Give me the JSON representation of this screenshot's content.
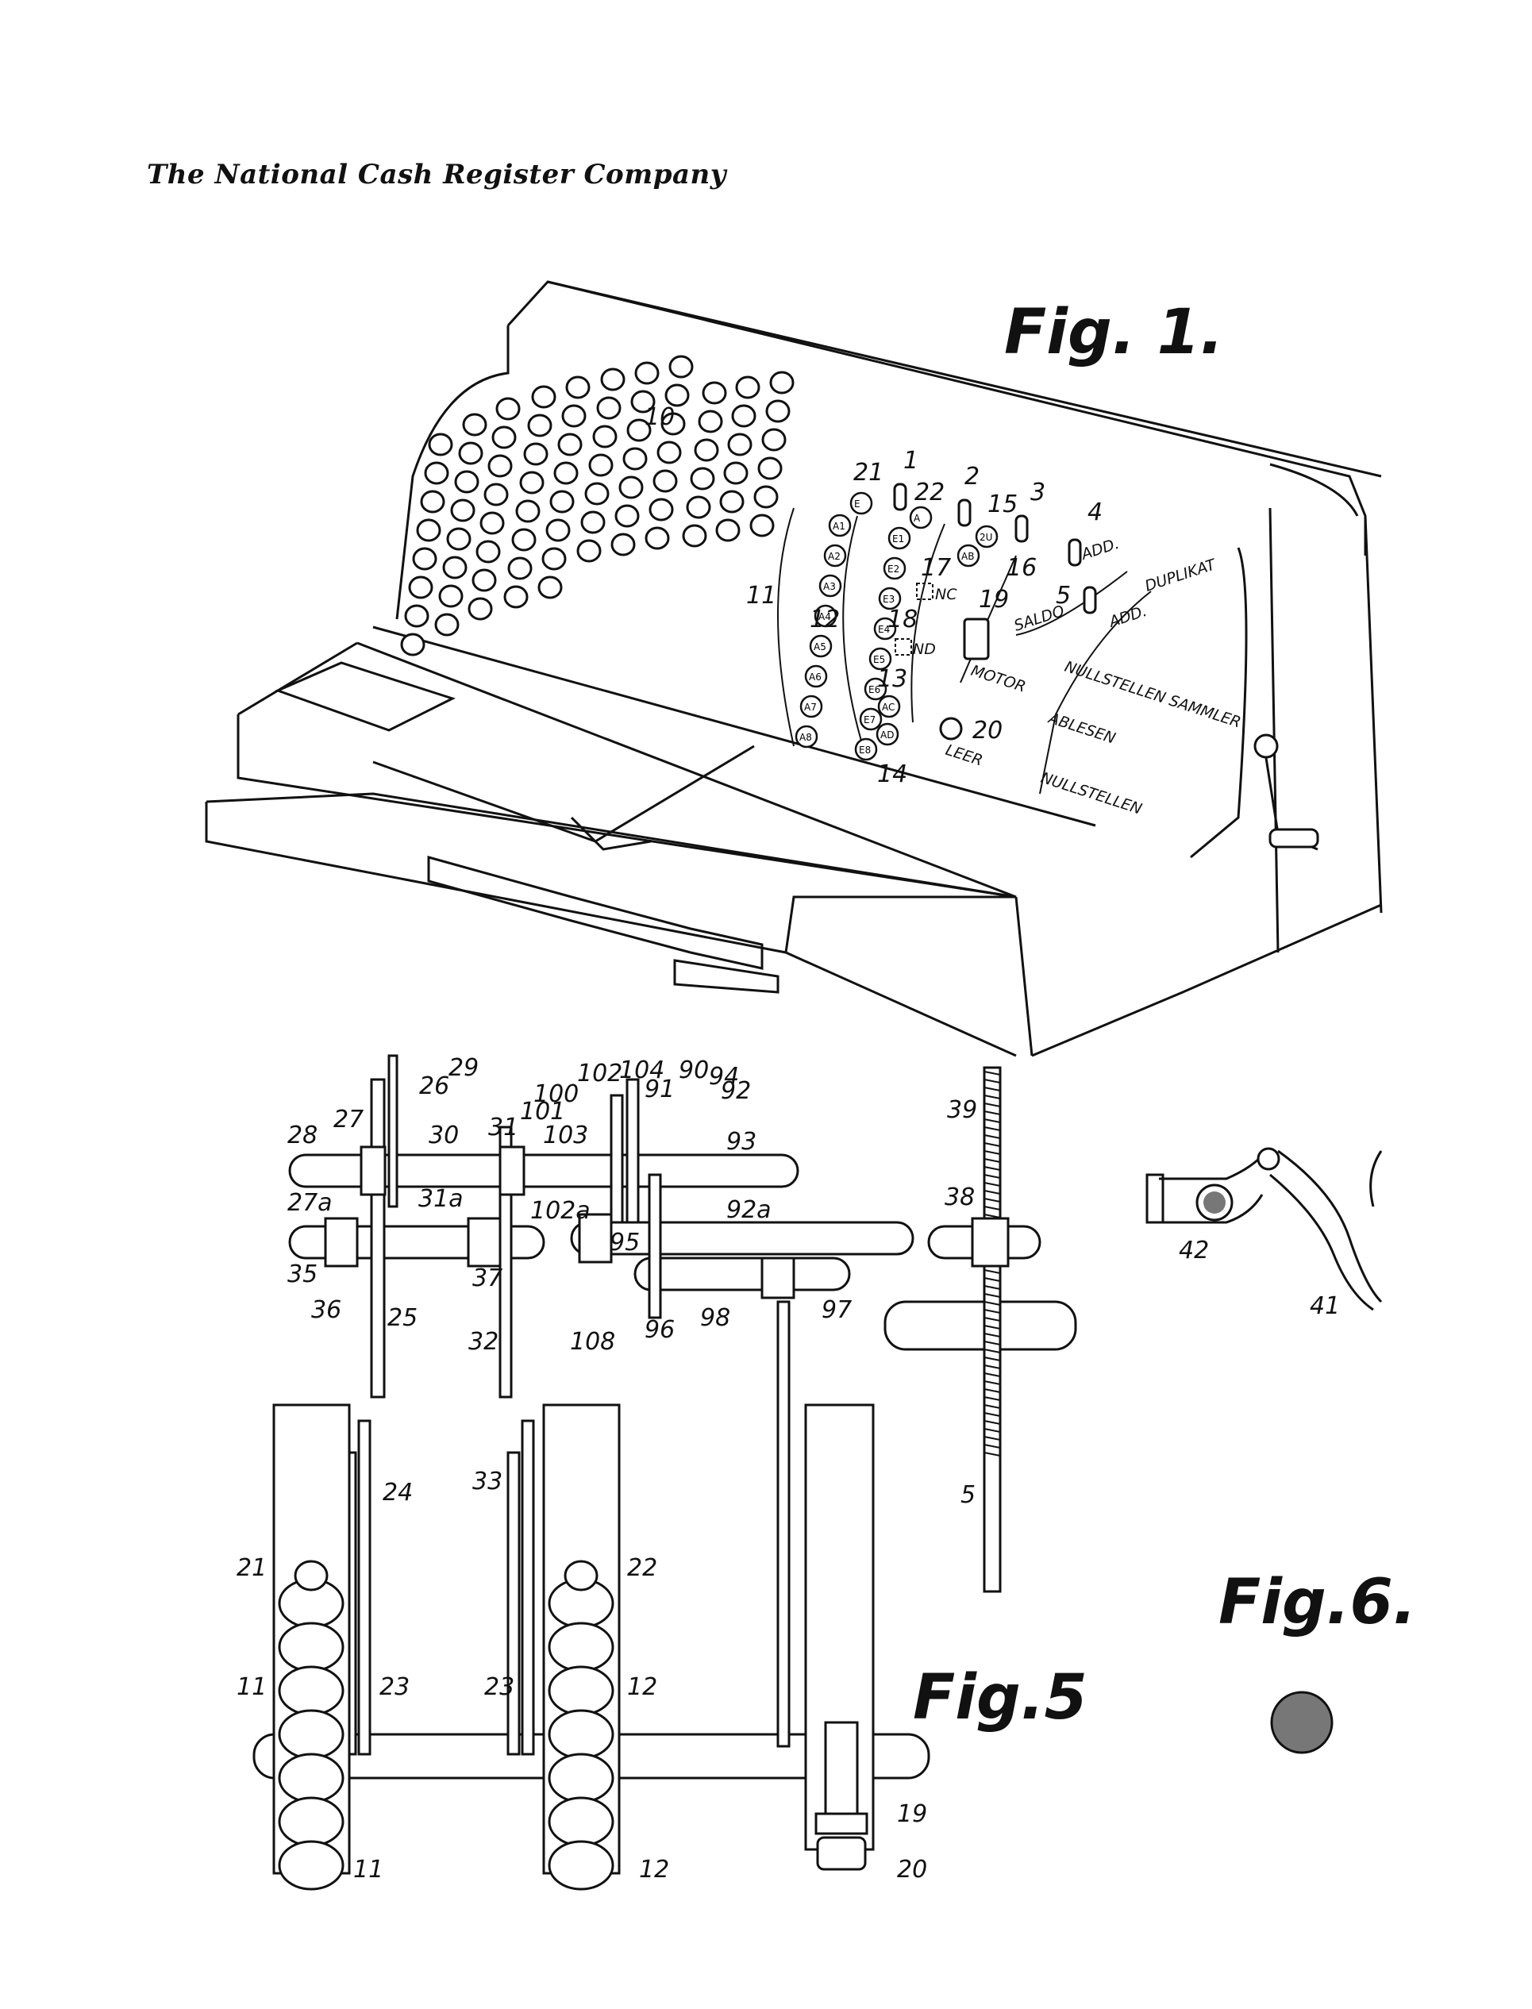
{
  "header": {
    "company": "The National Cash Register Company"
  },
  "figures": {
    "fig1": "Fig. 1.",
    "fig5": "Fig.5",
    "fig6": "Fig.6."
  },
  "fig1_panel_labels": {
    "duplikat": "DUPLIKAT",
    "add_upper": "ADD.",
    "add_lower": "ADD.",
    "saldo": "SALDO",
    "nullstellen_sammler": "NULLSTELLEN SAMMLER",
    "ablesen": "ABLESEN",
    "nullstellen": "NULLSTELLEN",
    "motor": "MOTOR",
    "leer": "LEER",
    "key_17": "NC",
    "key_18": "ND"
  },
  "fig1_key_labels": {
    "column_11": [
      "A1",
      "A2",
      "A3",
      "A4",
      "A5",
      "A6",
      "A7",
      "A8"
    ],
    "column_12": [
      "E1",
      "E2",
      "E3",
      "E4",
      "E5",
      "E6",
      "E7",
      "E8"
    ],
    "key_21": "E",
    "key_22": "A",
    "key_15": "2U",
    "key_16": "AB",
    "key_13": "AC",
    "key_14": "AD"
  },
  "fig1_ref_numerals": [
    "10",
    "21",
    "1",
    "22",
    "2",
    "15",
    "3",
    "4",
    "16",
    "17",
    "19",
    "11",
    "12",
    "18",
    "5",
    "13",
    "20",
    "14"
  ],
  "fig5_ref_numerals": [
    "29",
    "26",
    "28",
    "27",
    "30",
    "31",
    "27a",
    "31a",
    "35",
    "36",
    "37",
    "25",
    "32",
    "100",
    "101",
    "102",
    "103",
    "104",
    "91",
    "90",
    "94",
    "92",
    "93",
    "102a",
    "95",
    "92a",
    "108",
    "96",
    "98",
    "97",
    "39",
    "38",
    "5",
    "24",
    "33",
    "21",
    "22",
    "11",
    "23",
    "23",
    "12",
    "11",
    "12",
    "19",
    "20"
  ],
  "fig6_ref_numerals": [
    "42",
    "41"
  ]
}
